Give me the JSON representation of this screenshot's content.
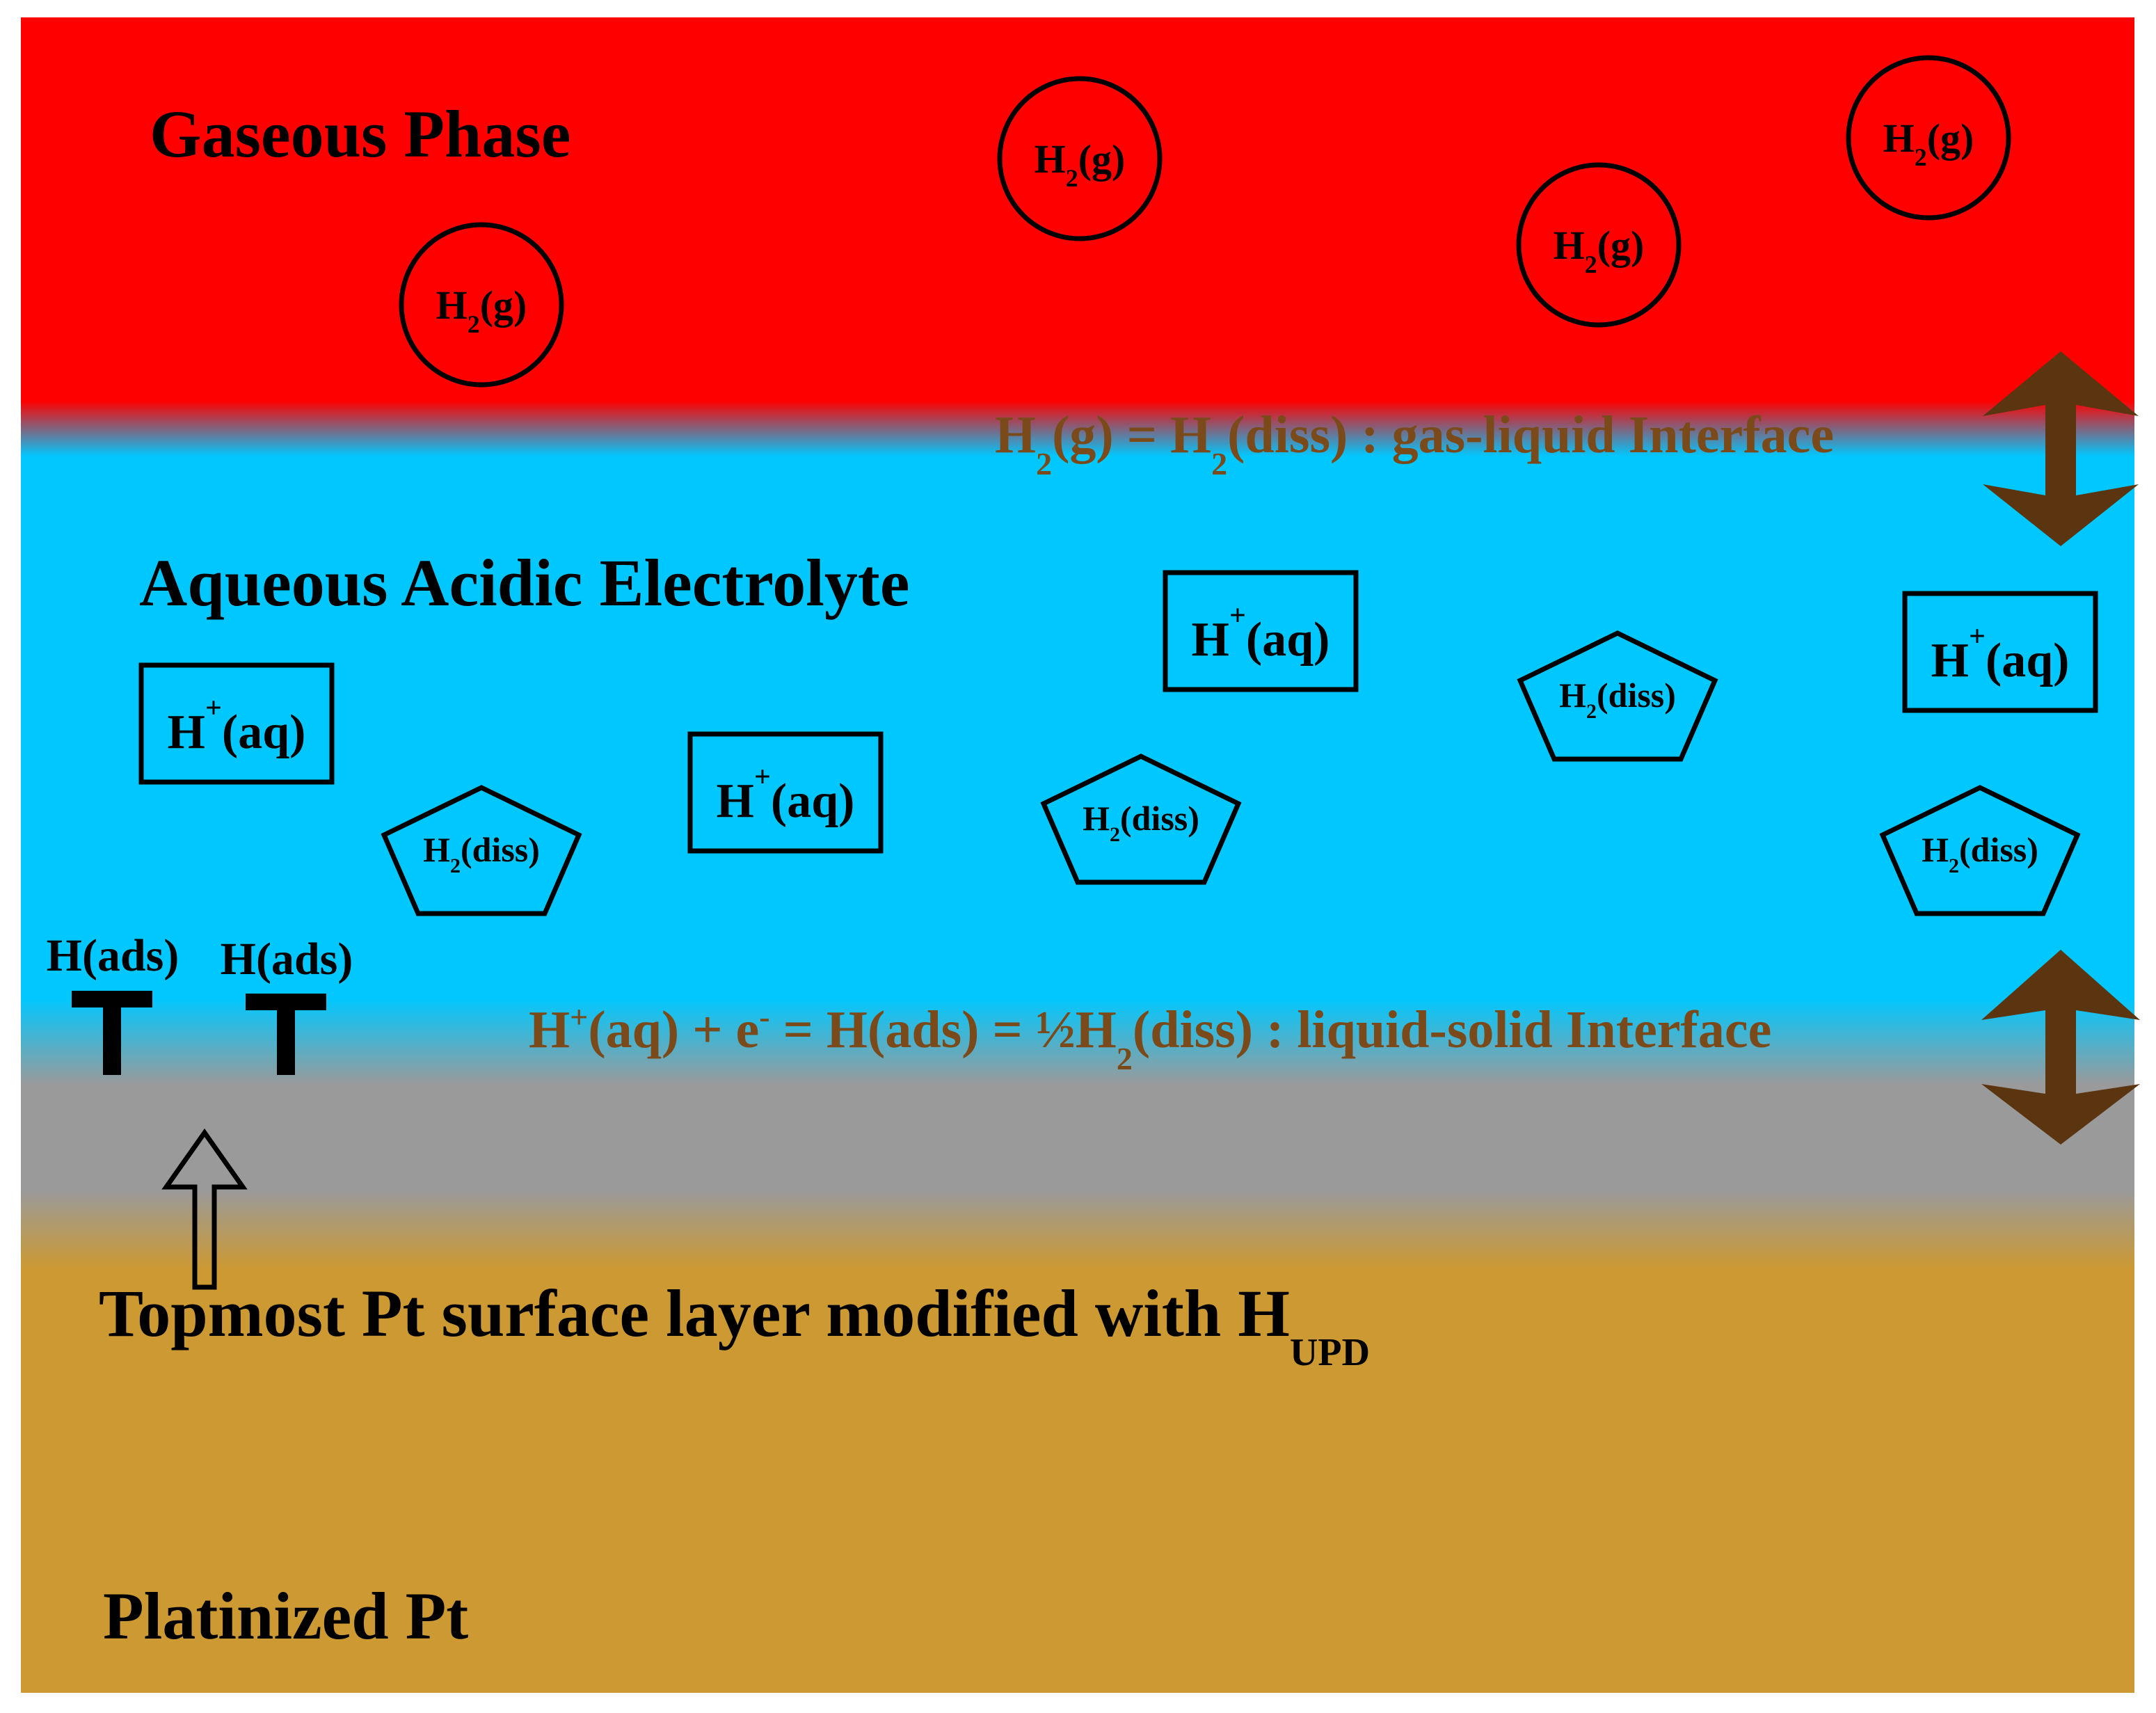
{
  "layers": {
    "gas": {
      "label": "Gaseous Phase",
      "color": "#ff0000"
    },
    "electrolyte": {
      "label": "Aqueous Acidic Electrolyte",
      "color": "#00c8ff"
    },
    "interlayer": {
      "color": "#9a9a9a"
    },
    "surface": {
      "label": "Topmost Pt surface layer modified with H",
      "label_sub": "UPD"
    },
    "bulk": {
      "label": "Platinized Pt",
      "color": "#cc9933"
    }
  },
  "interfaces": {
    "gas_liquid": {
      "eq_a": "H",
      "eq_a_sub": "2",
      "eq_b": "(g) = H",
      "eq_b_sub": "2",
      "eq_c": "(diss)  : gas-liquid Interface",
      "color": "#7a4a1a"
    },
    "liquid_solid": {
      "eq_a": "H",
      "eq_a_sup": "+",
      "eq_b": "(aq) + e",
      "eq_b_sup": "-",
      "eq_c": " = H(ads) = ½H",
      "eq_c_sub": "2",
      "eq_d": "(diss) : liquid-solid Interface",
      "color": "#7a4a1a"
    }
  },
  "species": {
    "gas": {
      "a": "H",
      "sub": "2",
      "b": "(g)"
    },
    "proton": {
      "a": "H",
      "sup": "+",
      "b": "(aq)"
    },
    "dissolved": {
      "a": "H",
      "sub": "2",
      "b": "(diss)"
    },
    "adsorbed": {
      "label": "H(ads)"
    }
  },
  "counts": {
    "gas_molecules": 4,
    "protons": 4,
    "dissolved": 4,
    "adsorbed": 2
  },
  "colors": {
    "arrow": "#5a3510",
    "ink": "#000000"
  }
}
